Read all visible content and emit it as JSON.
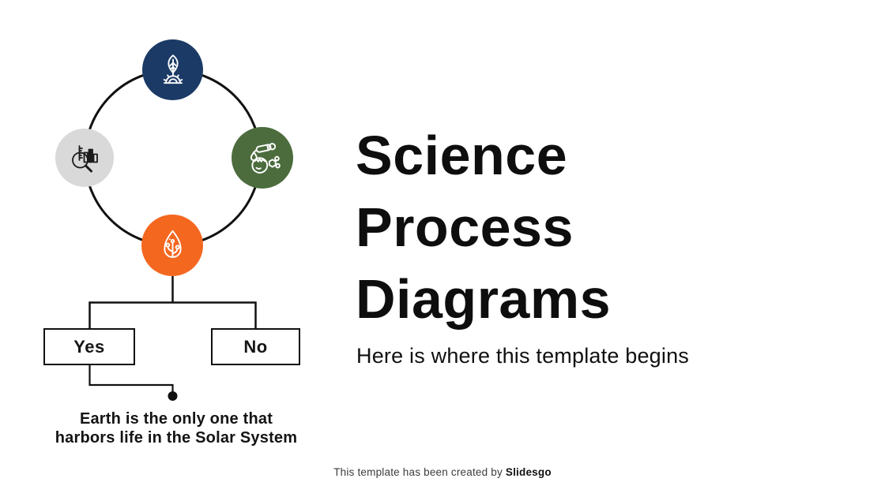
{
  "slide": {
    "title_lines": [
      "Science",
      "Process",
      "Diagrams"
    ],
    "subtitle": "Here is where this template begins",
    "footer": {
      "prefix": "This template has been created by",
      "brand": "Slidesgo"
    }
  },
  "diagram": {
    "nodes": [
      {
        "id": "top",
        "icon": "leaf-gear-icon",
        "color": "#1b3a66"
      },
      {
        "id": "left",
        "icon": "magnifier-chart-icon",
        "color": "#d9d9d9"
      },
      {
        "id": "right",
        "icon": "tomato-science-icon",
        "color": "#4c6c3e"
      },
      {
        "id": "bottom",
        "icon": "leaf-drop-icon",
        "color": "#f4671f"
      }
    ],
    "flowchart": {
      "yes_label": "Yes",
      "no_label": "No"
    },
    "caption": "Earth is the only one that\nharbors life in the Solar System"
  },
  "colors": {
    "ring": "#111111",
    "line": "#111111",
    "navy": "#1b3a66",
    "gray": "#d9d9d9",
    "green": "#4c6c3e",
    "orange": "#f4671f",
    "title_text": "#0e0e0e",
    "footer_text": "#3c3c3c"
  }
}
